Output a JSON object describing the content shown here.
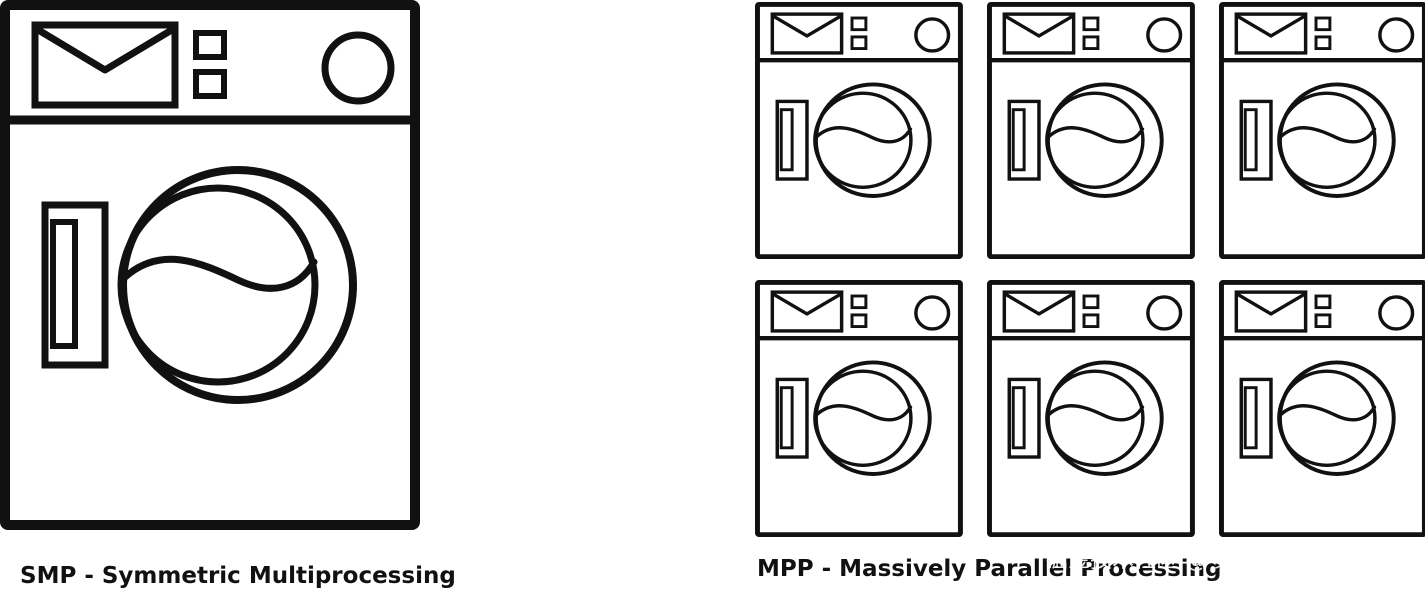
{
  "diagram": {
    "left_caption": "SMP - Symmetric Multiprocessing",
    "right_caption": "MPP - Massively Parallel Processing",
    "watermark": "掘金技术社区 @ 数据智能老司机",
    "stroke_color": "#111111",
    "background_color": "#ffffff",
    "icons": {
      "large_machine": "washing-machine-icon",
      "small_machine": "washing-machine-icon"
    },
    "mpp_grid": {
      "rows": 2,
      "columns": 3
    }
  }
}
